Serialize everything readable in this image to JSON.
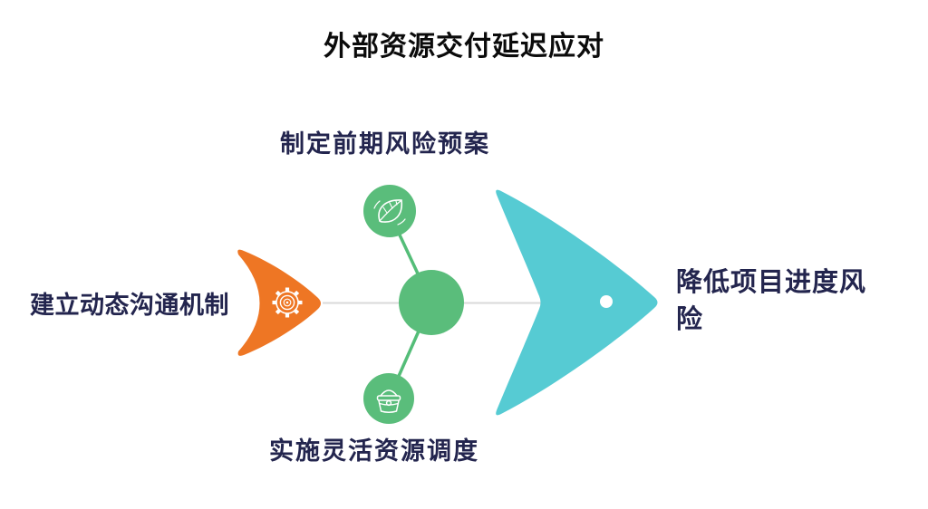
{
  "title": "外部资源交付延迟应对",
  "diagram": {
    "type": "fishbone-fish",
    "direction": "left-to-right",
    "colors": {
      "tail_orange": "#ee7624",
      "node_green": "#5abd7b",
      "line_green": "#54bd78",
      "head_cyan": "#56cbd3",
      "spine_gray": "#d9d9d9",
      "label_navy": "#23254e",
      "title_black": "#0b0b0b",
      "icon_white": "#ffffff"
    },
    "tail": {
      "label": "建立动态沟通机制",
      "icon": "gear-icon"
    },
    "branches": {
      "top": {
        "label": "制定前期风险预案",
        "icon": "leaf-icon"
      },
      "bottom": {
        "label": "实施灵活资源调度",
        "icon": "bucket-icon"
      }
    },
    "head": {
      "label": "降低项目进度风险",
      "icon": "eye-dot"
    }
  }
}
